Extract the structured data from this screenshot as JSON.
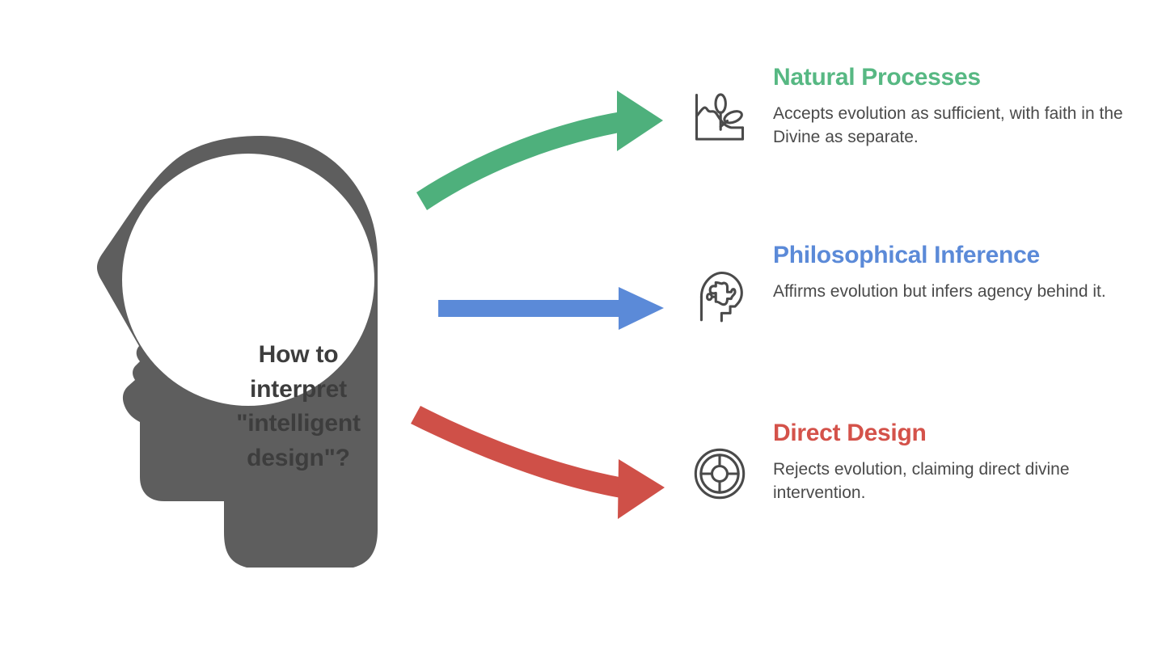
{
  "diagram": {
    "background": "#ffffff",
    "central_node": {
      "label": "How to\ninterpret\n\"intelligent\ndesign\"?",
      "shape": "head-silhouette-with-thought-circle",
      "silhouette_color": "#5e5e5e",
      "bubble_color": "#ffffff",
      "text_color": "#3d3d3d"
    },
    "branches": [
      {
        "id": "natural-processes",
        "title": "Natural Processes",
        "description": "Accepts evolution as sufficient, with faith in the Divine as separate.",
        "color": "#57b883",
        "arrow_color": "#4eb07c",
        "arrow_style": "curved-up",
        "icon": "landscape-sprout-icon",
        "icon_color": "#4a4a4a"
      },
      {
        "id": "philosophical-inference",
        "title": "Philosophical Inference",
        "description": "Affirms evolution but infers agency behind it.",
        "color": "#5b8ad8",
        "arrow_color": "#5b8ad8",
        "arrow_style": "straight",
        "icon": "head-puzzle-icon",
        "icon_color": "#4a4a4a"
      },
      {
        "id": "direct-design",
        "title": "Direct Design",
        "description": "Rejects evolution, claiming direct divine intervention.",
        "color": "#d4524a",
        "arrow_color": "#cf5048",
        "arrow_style": "curved-down",
        "icon": "wheel-spokes-icon",
        "icon_color": "#4a4a4a"
      }
    ]
  }
}
